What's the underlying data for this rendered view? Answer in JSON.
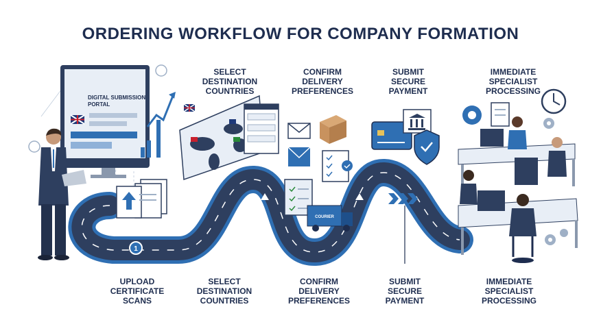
{
  "title": "ORDERING WORKFLOW FOR COMPANY FORMATION",
  "top_labels": [
    [
      "SELECT",
      "DESTINATION",
      "COUNTRIES"
    ],
    [
      "CONFIRM",
      "DELIVERY",
      "PREFERENCES"
    ],
    [
      "SUBMIT",
      "SECURE",
      "PAYMENT"
    ],
    [
      "IMMEDIATE",
      "SPECIALIST",
      "PROCESSING"
    ]
  ],
  "bottom_labels": [
    [
      "UPLOAD",
      "CERTIFICATE",
      "SCANS"
    ],
    [
      "SELECT",
      "DESTINATION",
      "COUNTRIES"
    ],
    [
      "CONFIRM",
      "DELIVERY",
      "PREFERENCES"
    ],
    [
      "SUBMIT",
      "SECURE",
      "PAYMENT"
    ],
    [
      "IMMEDIATE",
      "SPECIALIST",
      "PROCESSING"
    ]
  ],
  "portal_text": [
    "DIGITAL SUBMISSION",
    "PORTAL"
  ],
  "step_marker": "1",
  "truck_text": "COURIER",
  "colors": {
    "navy": "#1e2d4f",
    "road": "#3a4d6e",
    "blue": "#2f6fb3",
    "light": "#dbe6f3"
  }
}
